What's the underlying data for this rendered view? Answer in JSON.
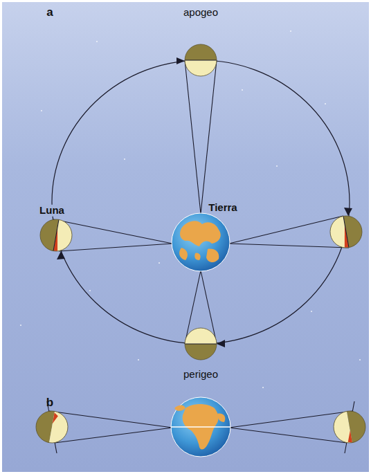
{
  "diagram": {
    "labels": [
      "a",
      "apogeo",
      "Luna",
      "Tierra",
      "perigeo",
      "b"
    ]
  }
}
